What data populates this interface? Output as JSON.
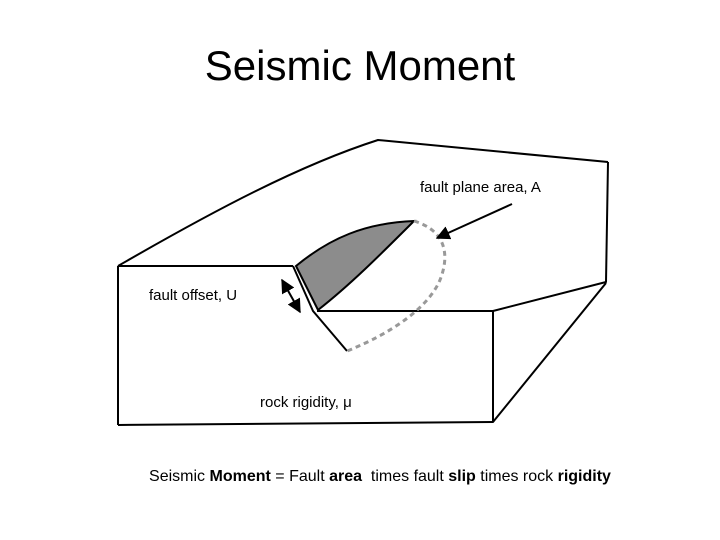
{
  "title": "Seismic Moment",
  "diagram": {
    "labels": {
      "fault_plane_area": "fault plane area, A",
      "fault_offset": "fault offset, U",
      "rock_rigidity": "rock rigidity, μ"
    },
    "colors": {
      "fault_plane_fill": "#8c8c8c",
      "outline": "#000000",
      "dashed_edge": "#999999"
    }
  },
  "caption": {
    "part1": "Seismic ",
    "bold1": "Moment",
    "part2": " = Fault ",
    "bold2": "area",
    "part3": "  times fault ",
    "bold3": "slip",
    "part4": " times rock ",
    "bold4": "rigidity"
  }
}
